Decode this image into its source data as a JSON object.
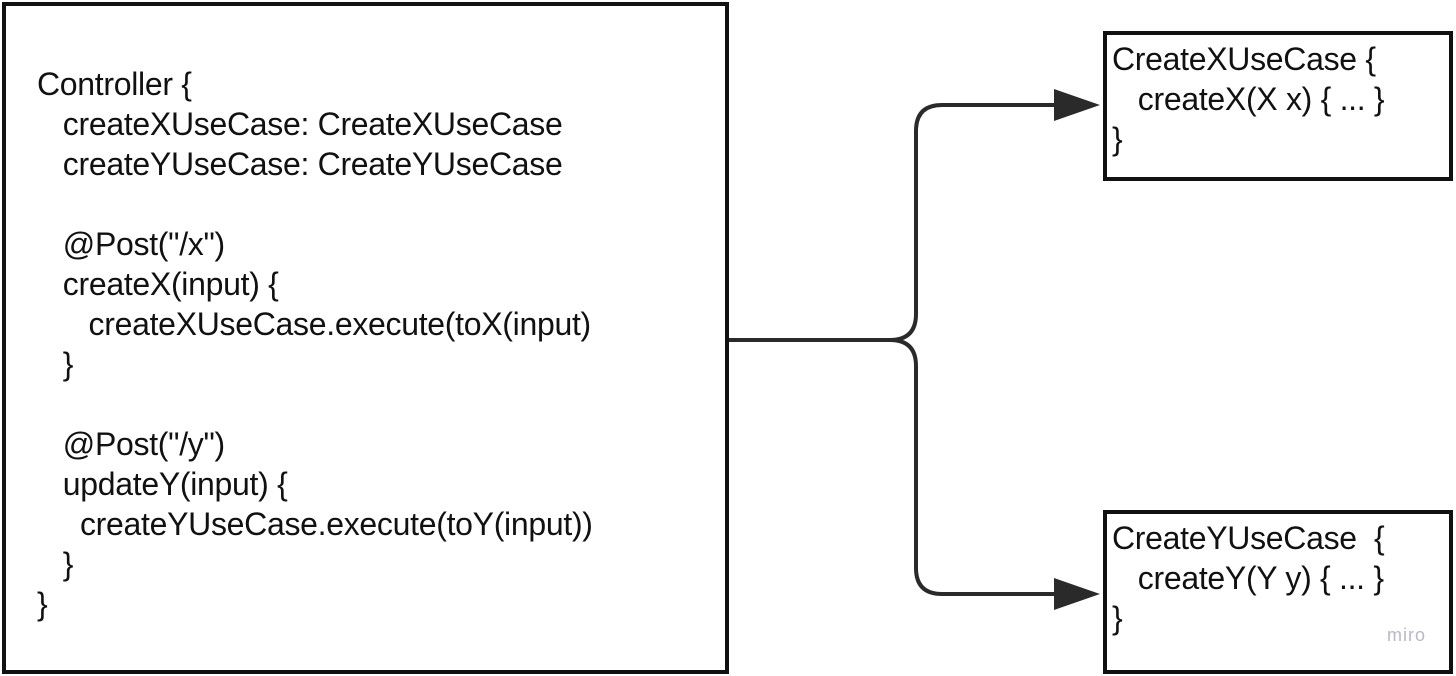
{
  "controller": {
    "lines": [
      "Controller {",
      "   createXUseCase: CreateXUseCase",
      "   createYUseCase: CreateYUseCase",
      "",
      "   @Post(\"/x\")",
      "   createX(input) {",
      "      createXUseCase.execute(toX(input)",
      "   }",
      "",
      "   @Post(\"/y\")",
      "   updateY(input) {",
      "     createYUseCase.execute(toY(input))",
      "   }",
      "}"
    ]
  },
  "create_x_use_case": {
    "lines": [
      "CreateXUseCase {",
      "   createX(X x) { ... }",
      "}"
    ]
  },
  "create_y_use_case": {
    "lines": [
      "CreateYUseCase  {",
      "   createY(Y y) { ... }",
      "}"
    ]
  },
  "watermark": "miro",
  "colors": {
    "stroke": "#111111",
    "connector": "#2a2a2a",
    "watermark": "#b8b8c6",
    "background": "#ffffff"
  }
}
